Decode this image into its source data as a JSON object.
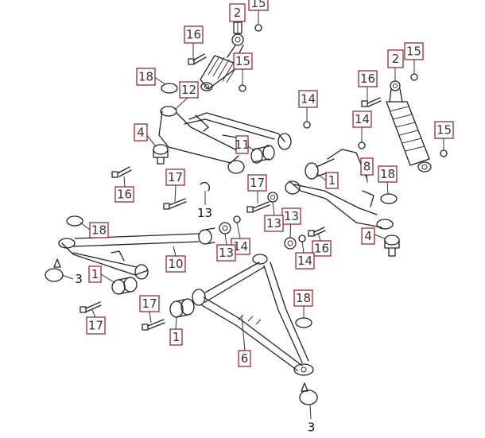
{
  "colors": {
    "line": "#222222",
    "callout_border": "#8b1d1d",
    "highlight_strong": "#e8141b",
    "highlight_soft": "#f08080"
  },
  "callouts": [
    {
      "id": "c-2a",
      "text": "2"
    },
    {
      "id": "c-15a",
      "text": "15"
    },
    {
      "id": "c-16a",
      "text": "16"
    },
    {
      "id": "c-15b",
      "text": "15"
    },
    {
      "id": "c-18a",
      "text": "18"
    },
    {
      "id": "c-12",
      "text": "12"
    },
    {
      "id": "c-2b",
      "text": "2"
    },
    {
      "id": "c-15c",
      "text": "15"
    },
    {
      "id": "c-16b",
      "text": "16"
    },
    {
      "id": "c-14a",
      "text": "14"
    },
    {
      "id": "c-14b",
      "text": "14"
    },
    {
      "id": "c-15d",
      "text": "15"
    },
    {
      "id": "c-4a",
      "text": "4"
    },
    {
      "id": "c-11",
      "text": "11"
    },
    {
      "id": "c-8",
      "text": "8"
    },
    {
      "id": "c-1a",
      "text": "1"
    },
    {
      "id": "c-18b",
      "text": "18"
    },
    {
      "id": "c-17a",
      "text": "17"
    },
    {
      "id": "c-17b",
      "text": "17"
    },
    {
      "id": "c-16c",
      "text": "16"
    },
    {
      "id": "c-13a",
      "text": "13",
      "highlight": "strong"
    },
    {
      "id": "c-13b",
      "text": "13"
    },
    {
      "id": "c-13c",
      "text": "13"
    },
    {
      "id": "c-18c",
      "text": "18"
    },
    {
      "id": "c-14c",
      "text": "14"
    },
    {
      "id": "c-13d",
      "text": "13"
    },
    {
      "id": "c-4b",
      "text": "4"
    },
    {
      "id": "c-16d",
      "text": "16"
    },
    {
      "id": "c-14d",
      "text": "14"
    },
    {
      "id": "c-10",
      "text": "10"
    },
    {
      "id": "c-3a",
      "text": "3",
      "highlight": "soft"
    },
    {
      "id": "c-1b",
      "text": "1"
    },
    {
      "id": "c-17c",
      "text": "17"
    },
    {
      "id": "c-17d",
      "text": "17"
    },
    {
      "id": "c-1c",
      "text": "1"
    },
    {
      "id": "c-18d",
      "text": "18"
    },
    {
      "id": "c-6",
      "text": "6"
    },
    {
      "id": "c-3b",
      "text": "3",
      "highlight": "strong"
    }
  ]
}
